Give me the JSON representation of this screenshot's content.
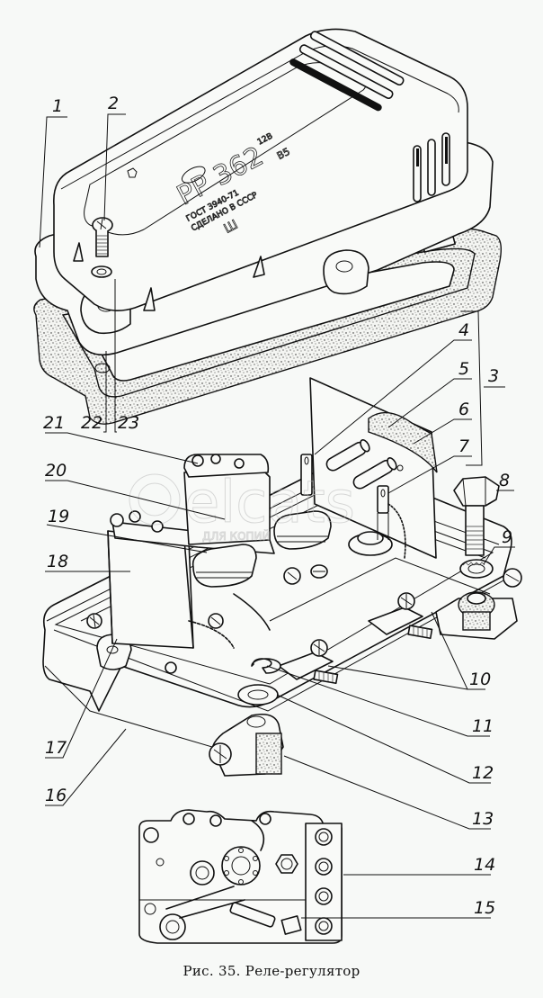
{
  "figure": {
    "caption": "Рис. 35. Реле-регулятор",
    "subject": "Реле-регулятор РР362, exploded view"
  },
  "nameplate": {
    "model": "РР 362",
    "standard": "ГОСТ 3940-71",
    "line2": "СДЕЛАНО В СССР",
    "voltage": "12В",
    "code": "В5",
    "mark": "Ш"
  },
  "watermark": {
    "text": "elcats",
    "subtext": "ДЛЯ КОПИЙ"
  },
  "callouts": [
    {
      "id": "1",
      "label": "1"
    },
    {
      "id": "2",
      "label": "2"
    },
    {
      "id": "3",
      "label": "3"
    },
    {
      "id": "4",
      "label": "4"
    },
    {
      "id": "5",
      "label": "5"
    },
    {
      "id": "6",
      "label": "6"
    },
    {
      "id": "7",
      "label": "7"
    },
    {
      "id": "8",
      "label": "8"
    },
    {
      "id": "9",
      "label": "9"
    },
    {
      "id": "10",
      "label": "10"
    },
    {
      "id": "11",
      "label": "11"
    },
    {
      "id": "12",
      "label": "12"
    },
    {
      "id": "13",
      "label": "13"
    },
    {
      "id": "14",
      "label": "14"
    },
    {
      "id": "15",
      "label": "15"
    },
    {
      "id": "16",
      "label": "16"
    },
    {
      "id": "17",
      "label": "17"
    },
    {
      "id": "18",
      "label": "18"
    },
    {
      "id": "19",
      "label": "19"
    },
    {
      "id": "20",
      "label": "20"
    },
    {
      "id": "21",
      "label": "21"
    },
    {
      "id": "22",
      "label": "22"
    },
    {
      "id": "23",
      "label": "23"
    }
  ]
}
